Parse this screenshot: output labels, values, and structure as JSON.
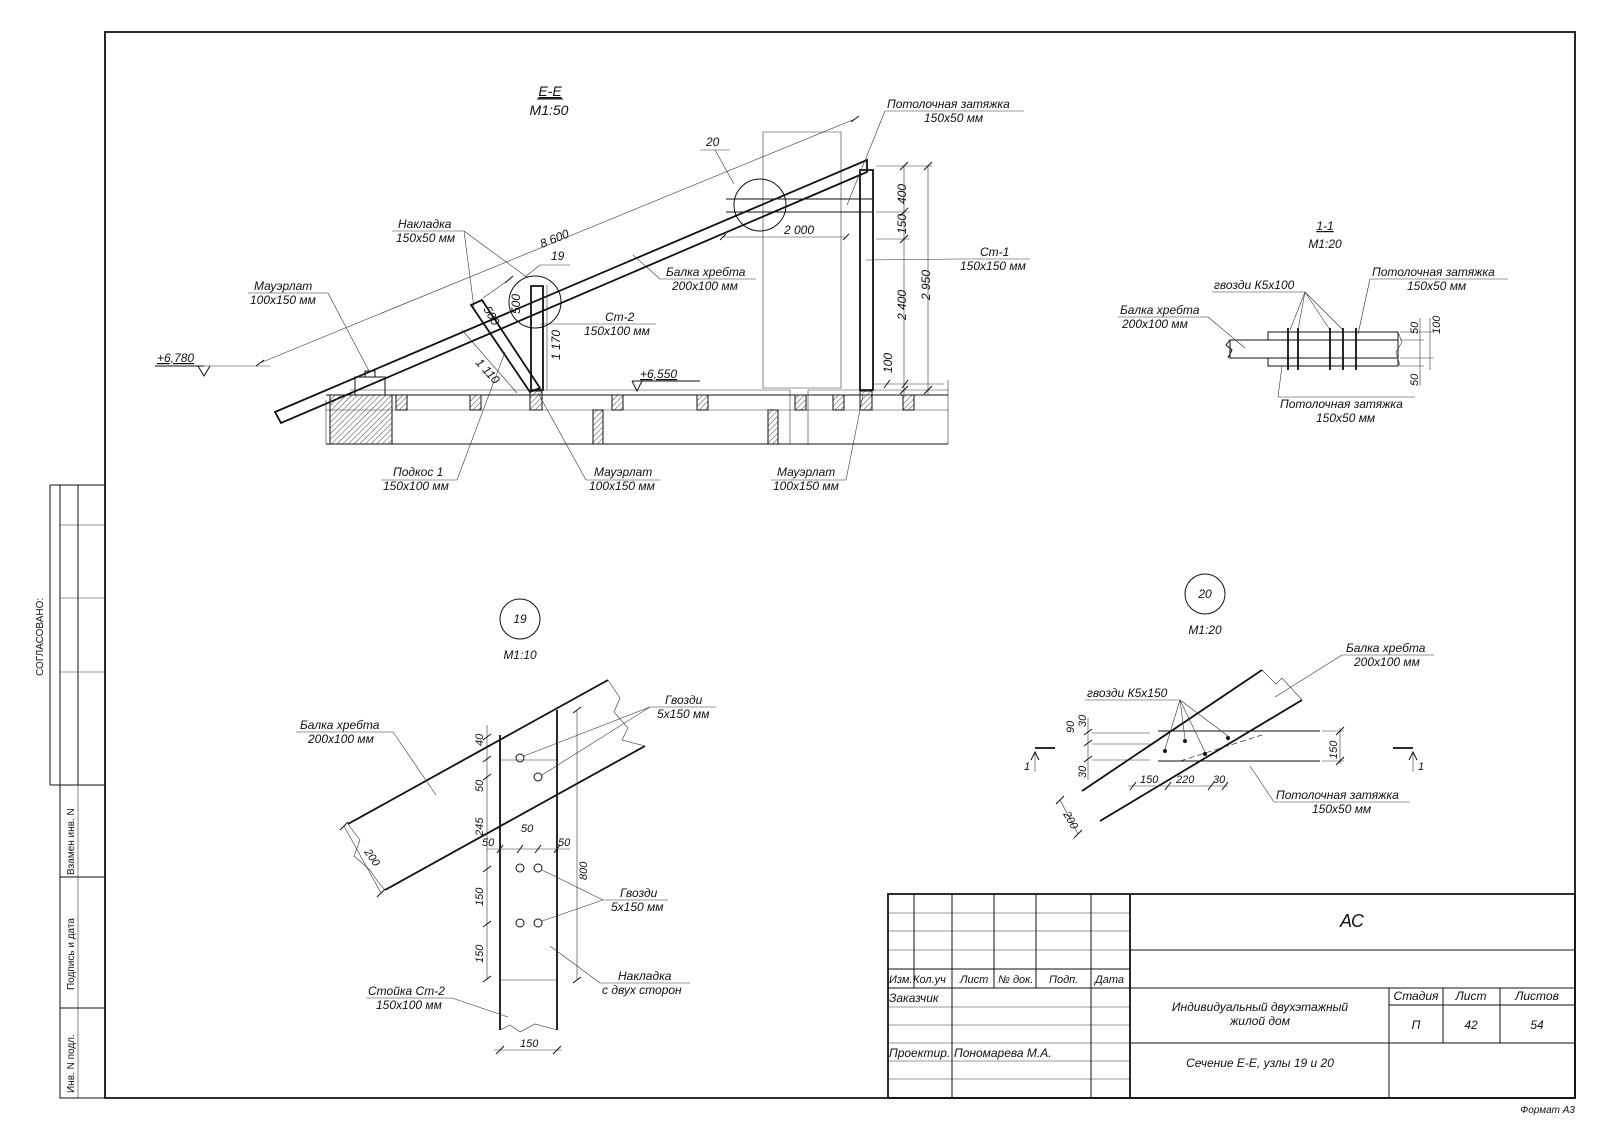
{
  "section_ee": {
    "title": "Е-Е",
    "scale": "М1:50",
    "labels": {
      "nakladka": [
        "Накладка",
        "150x50 мм"
      ],
      "mauerlat_left": [
        "Мауэрлат",
        "100x150 мм"
      ],
      "balka": [
        "Балка хребта",
        "200x100 мм"
      ],
      "st2": [
        "Ст-2",
        "150x100 мм"
      ],
      "st1": [
        "Ст-1",
        "150x150 мм"
      ],
      "potolochnaya": [
        "Потолочная затяжка",
        "150x50 мм"
      ],
      "podkos": [
        "Подкос 1",
        "150x100 мм"
      ],
      "mauerlat_mid": [
        "Мауэрлат",
        "100x150 мм"
      ],
      "mauerlat_right": [
        "Мауэрлат",
        "100x150 мм"
      ]
    },
    "dims": {
      "d8600": "8 600",
      "d2000": "2 000",
      "d400": "400",
      "d150": "150",
      "d2950": "2 950",
      "d2400": "2 400",
      "d100": "100",
      "d500a": "500",
      "d500b": "500",
      "d1170": "1 170",
      "d1110": "1 110",
      "lvl1": "+6,780",
      "lvl2": "+6,550"
    },
    "callouts": {
      "c19": "19",
      "c20": "20"
    }
  },
  "section_11": {
    "title": "1-1",
    "scale": "М1:20",
    "labels": {
      "gvozdi": "гвозди К5x100",
      "pot_top": [
        "Потолочная затяжка",
        "150x50 мм"
      ],
      "balka": [
        "Балка хребта",
        "200x100 мм"
      ],
      "pot_bot": [
        "Потолочная затяжка",
        "150x50 мм"
      ]
    },
    "dims": {
      "d50a": "50",
      "d100": "100",
      "d50b": "50"
    }
  },
  "node19": {
    "number": "19",
    "scale": "М1:10",
    "labels": {
      "balka": [
        "Балка хребта",
        "200x100 мм"
      ],
      "gvozdi_top": [
        "Гвозди",
        "5x150 мм"
      ],
      "gvozdi_bot": [
        "Гвозди",
        "5x150 мм"
      ],
      "nakladka": [
        "Накладка",
        "с двух сторон"
      ],
      "stoyka": [
        "Стойка Ст-2",
        "150x100 мм"
      ]
    },
    "dims": {
      "d40": "40",
      "d50v": "50",
      "d245": "245",
      "d50h": "50",
      "d50l": "50",
      "d50r": "50",
      "d800": "800",
      "d150a": "150",
      "d150b": "150",
      "d200": "200",
      "d150w": "150"
    }
  },
  "node20": {
    "number": "20",
    "scale": "М1:20",
    "labels": {
      "balka": [
        "Балка хребта",
        "200x100 мм"
      ],
      "gvozdi": "гвозди К5x150",
      "pot": [
        "Потолочная затяжка",
        "150x50 мм"
      ]
    },
    "dims": {
      "d90": "90",
      "d30a": "30",
      "d30b": "30",
      "d150h": "150",
      "d150": "150",
      "d220": "220",
      "d30c": "30",
      "d200": "200",
      "cut_left": "1",
      "cut_right": "1"
    }
  },
  "side_stamp": {
    "soglasovano": "СОГЛАСОВАНО:",
    "vzamen": "Взамен инв. N",
    "podpis": "Подпись и дата",
    "inv": "Инв. N подл."
  },
  "title_block": {
    "code": "АС",
    "cols": [
      "Изм.",
      "Кол.уч",
      "Лист",
      "№ док.",
      "Подп.",
      "Дата"
    ],
    "zakazchik": "Заказчик",
    "proektir": "Проектир.",
    "designer": "Пономарева М.А.",
    "object": [
      "Индивидуальный двухэтажный",
      "жилой дом"
    ],
    "sheet_title": "Сечение Е-Е, узлы 19 и 20",
    "stadiya_h": "Стадия",
    "list_h": "Лист",
    "listov_h": "Листов",
    "stadiya": "П",
    "list": "42",
    "listov": "54"
  },
  "format": "Формат А3"
}
